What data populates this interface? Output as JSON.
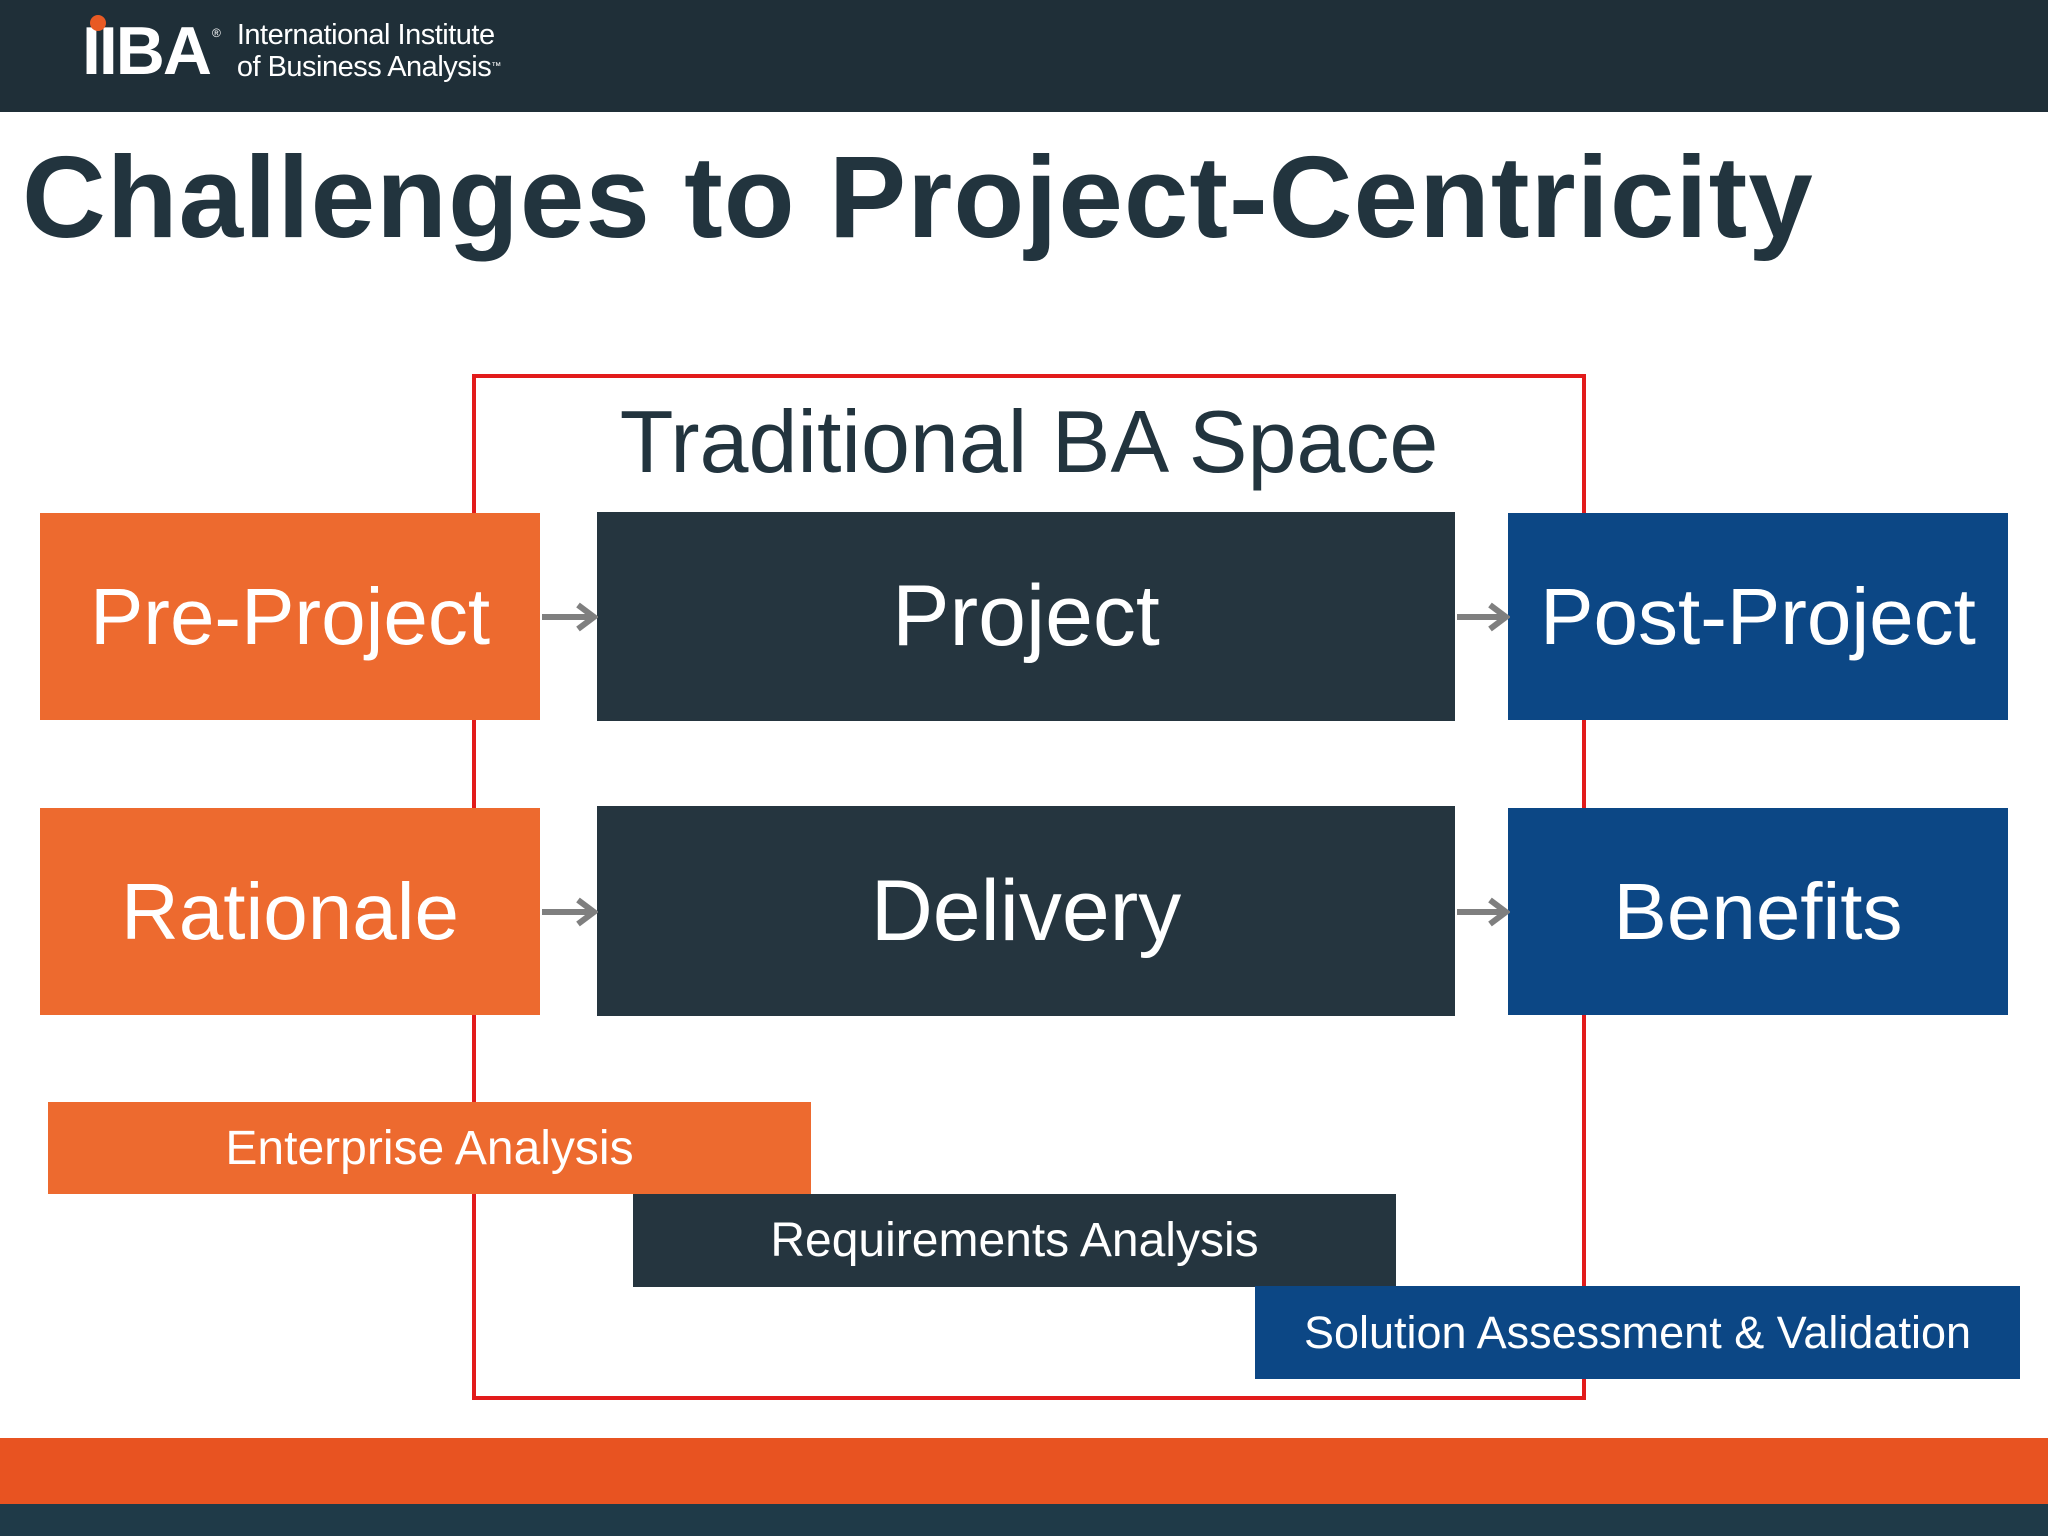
{
  "header": {
    "logo_mark": "IIBA",
    "logo_reg": "®",
    "logo_line1": "International Institute",
    "logo_line2": "of Business Analysis",
    "logo_tm": "™"
  },
  "title": "Challenges to Project-Centricity",
  "diagram": {
    "frame_label": "Traditional BA Space",
    "row1": {
      "left": "Pre-Project",
      "center": "Project",
      "right": "Post-Project"
    },
    "row2": {
      "left": "Rationale",
      "center": "Delivery",
      "right": "Benefits"
    },
    "bands": {
      "enterprise": "Enterprise Analysis",
      "requirements": "Requirements Analysis",
      "solution": "Solution Assessment & Validation"
    }
  },
  "colors": {
    "orange": "#ed6a2f",
    "dark": "#25353f",
    "blue": "#0c4785",
    "frame_red": "#e21b1b",
    "arrow_gray": "#7f7f7f"
  }
}
